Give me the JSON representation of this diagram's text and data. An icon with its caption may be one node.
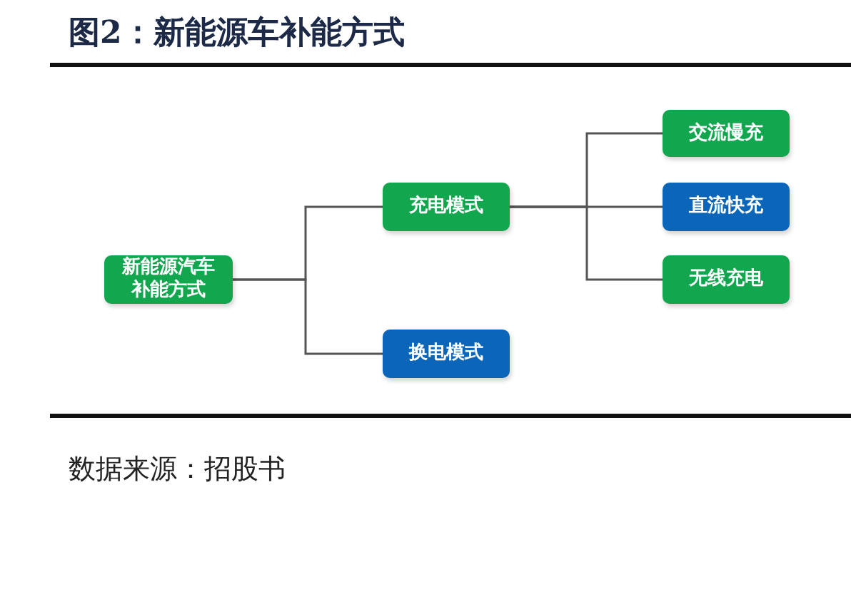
{
  "diagram": {
    "title": "图2：新能源车补能方式",
    "nodes": [
      {
        "text": [
          "新能源汽车补能方式"
        ]
      },
      {
        "text": [
          "充电模式"
        ]
      },
      {
        "text": [
          "换电模式"
        ]
      },
      {
        "text": [
          "交流慢充"
        ]
      },
      {
        "text": [
          "直流快充"
        ]
      },
      {
        "text": [
          "无线充电"
        ]
      }
    ],
    "edges": [
      {
        "from": 0,
        "to": 1,
        "arrow": "none"
      },
      {
        "from": 0,
        "to": 2,
        "arrow": "none"
      },
      {
        "from": 1,
        "to": 3,
        "arrow": "none"
      },
      {
        "from": 1,
        "to": 4,
        "arrow": "none"
      },
      {
        "from": 1,
        "to": 5,
        "arrow": "none"
      }
    ],
    "caption": "数据来源：招股书"
  }
}
